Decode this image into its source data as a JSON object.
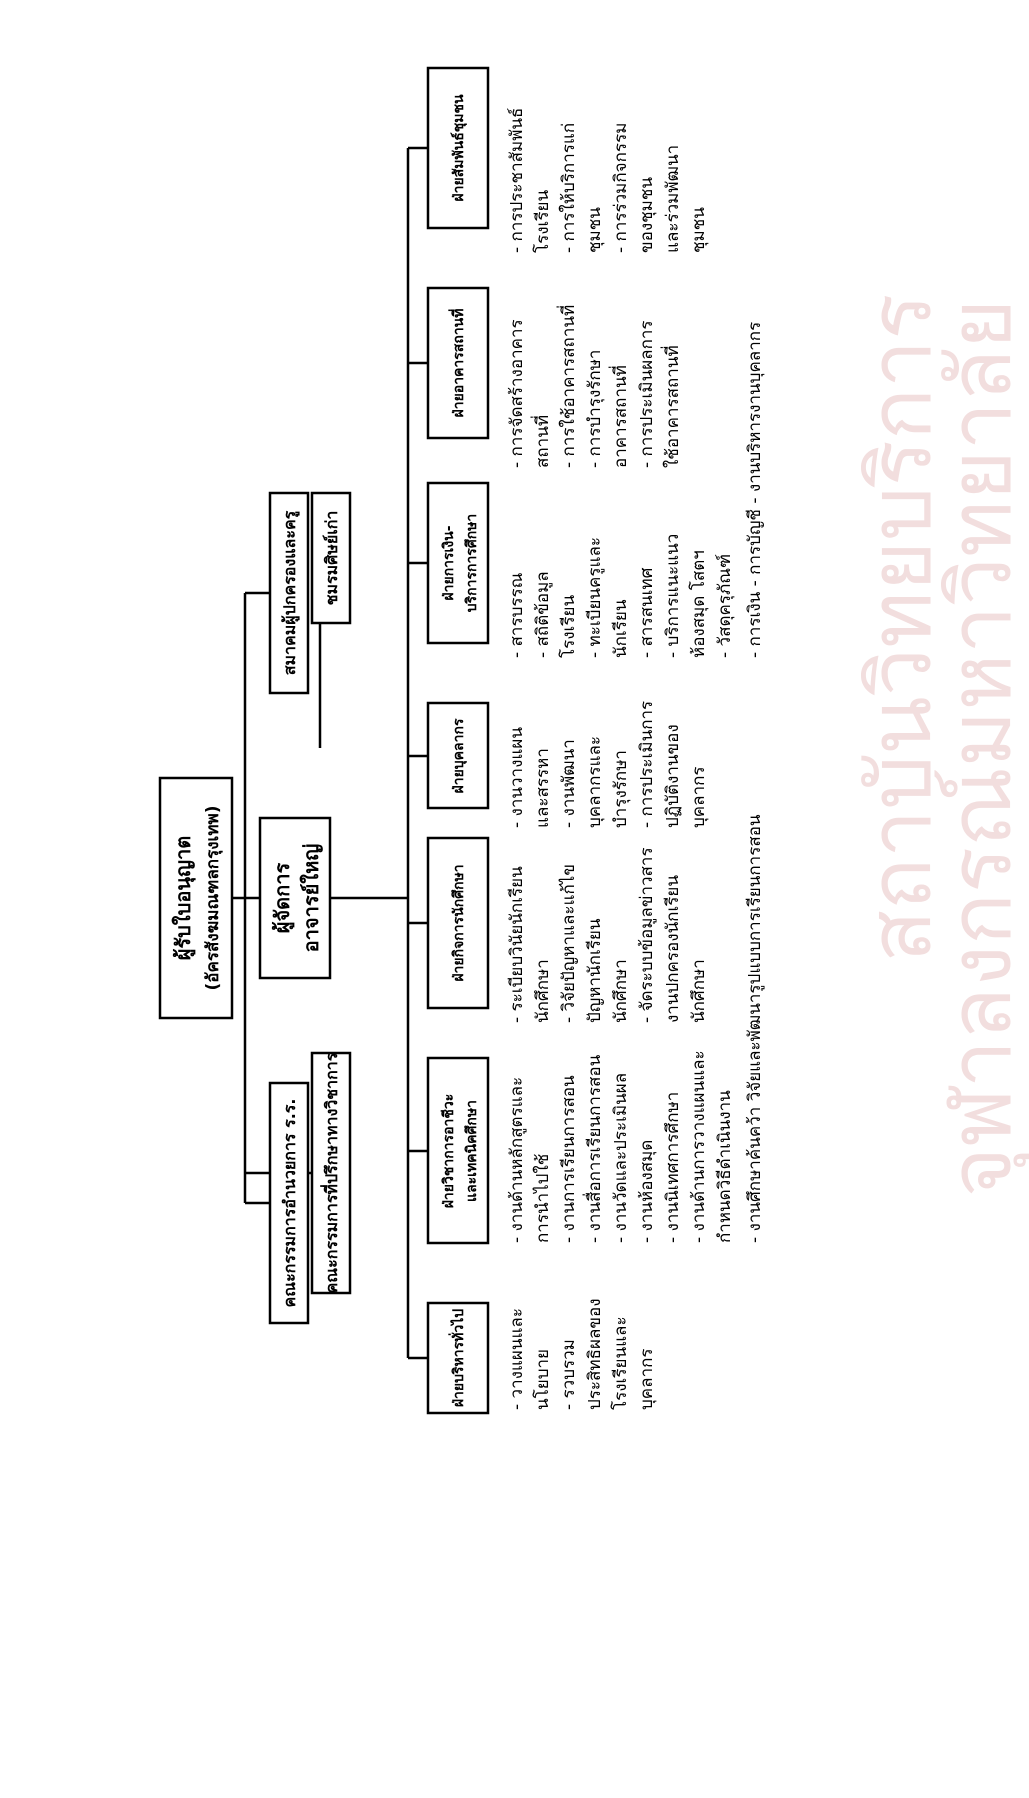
{
  "org_chart": {
    "licensee": {
      "name": "ผู้รับใบอนุญาต",
      "note": "(อัครสังฆมณฑลกรุงเทพ)"
    },
    "director": {
      "line1": "ผู้จัดการ",
      "line2": "อาจารย์ใหญ่"
    },
    "committees": {
      "administration": "คณะกรรมการอำนวยการ ร.ร.",
      "academic_advisory": "คณะกรรมการที่ปรึกษาทางวิชาการ"
    },
    "associations": {
      "parents_teachers": "สมาคมผู้ปกครองและครู",
      "alumni": "ชมรมศิษย์เก่า"
    },
    "departments": [
      {
        "title_lines": [
          "ฝ่ายบริหารทั่วไป"
        ],
        "items": [
          "- วางแผนและ",
          "   นโยบาย",
          "- รวบรวม",
          "   ประสิทธิผลของ",
          "   โรงเรียนและ",
          "   บุคลากร"
        ]
      },
      {
        "title_lines": [
          "ฝ่ายวิชาการอาชีวะ",
          "และเทคนิคศึกษา"
        ],
        "items": [
          "- งานด้านหลักสูตรและ",
          "     การนำไปใช้",
          "- งานการเรียนการสอน",
          "- งานสื่อการเรียนการสอน",
          "- งานวัดและประเมินผล",
          "- งานห้องสมุด",
          "- งานนิเทศการศึกษา",
          "- งานด้านการวางแผนและ",
          "     กำหนดวิธีดำเนินงาน"
        ]
      },
      {
        "title_lines": [
          "ฝ่ายกิจการนักศึกษา"
        ],
        "items": [
          "- ระเบียบวินัยนักเรียน",
          "   นักศึกษา",
          "- วิจัยปัญหาและแก้ไข",
          "   ปัญหานักเรียน",
          "   นักศึกษา",
          "- จัดระบบข้อมูลข่าวสาร",
          "   งานปกครองนักเรียน",
          "   นักศึกษา"
        ]
      },
      {
        "title_lines": [
          "ฝ่ายบุคลากร"
        ],
        "items": [
          "- งานวางแผน",
          "   และสรรหา",
          "- งานพัฒนา",
          "   บุคลากรและ",
          "   บำรุงรักษา",
          "- การประเมินการ",
          "   ปฏิบัติงานของ",
          "   บุคลากร"
        ]
      },
      {
        "title_lines": [
          "ฝ่ายการเงิน-",
          "บริการการศึกษา"
        ],
        "items": [
          "- สารบรรณ",
          "- สถิติข้อมูล",
          "   โรงเรียน",
          "- ทะเบียนครูและ",
          "   นักเรียน",
          "- สารสนเทศ",
          "- บริการแนะแนว",
          "   ห้องสมุด โสตฯ",
          "- วัสดุครุภัณฑ์"
        ]
      },
      {
        "title_lines": [
          "ฝ่ายอาคารสถานที่"
        ],
        "items": [
          "- การจัดสร้างอาคาร",
          "   สถานที่",
          "- การใช้อาคารสถานที่",
          "- การบำรุงรักษา",
          "   อาคารสถานที่",
          "- การประเมินผลการ",
          "   ใช้อาคารสถานที่"
        ]
      },
      {
        "title_lines": [
          "ฝ่ายสัมพันธ์ชุมชน"
        ],
        "items": [
          "- การประชาสัมพันธ์",
          "   โรงเรียน",
          "- การให้บริการแก่",
          "   ชุมชน",
          "- การร่วมกิจกรรม",
          "   ของชุมชน",
          "   และร่วมพัฒนา",
          "   ชุมชน"
        ]
      }
    ],
    "footnotes": {
      "research": "- งานศึกษาค้นคว้า วิจัยและพัฒนารูปแบบการเรียนการสอน",
      "finance": "- การเงิน  - การบัญชี  - งานบริหารงานบุคลากร"
    },
    "watermark_lines": [
      "สถาบันวิทยบริการ",
      "จุฬาลงกรณ์มหาวิทยาลัย"
    ]
  }
}
